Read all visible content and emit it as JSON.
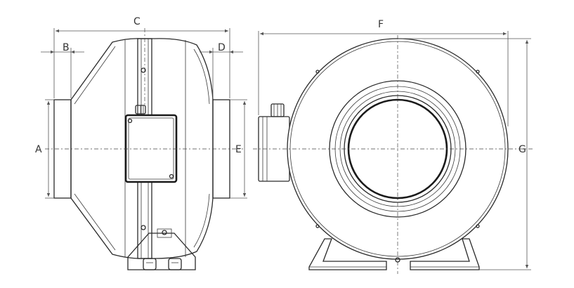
{
  "dimension_labels": {
    "A": "A",
    "B": "B",
    "C": "C",
    "D": "D",
    "E": "E",
    "F": "F",
    "G": "G"
  },
  "colors": {
    "line": "#2a2a2a",
    "background": "#ffffff"
  }
}
